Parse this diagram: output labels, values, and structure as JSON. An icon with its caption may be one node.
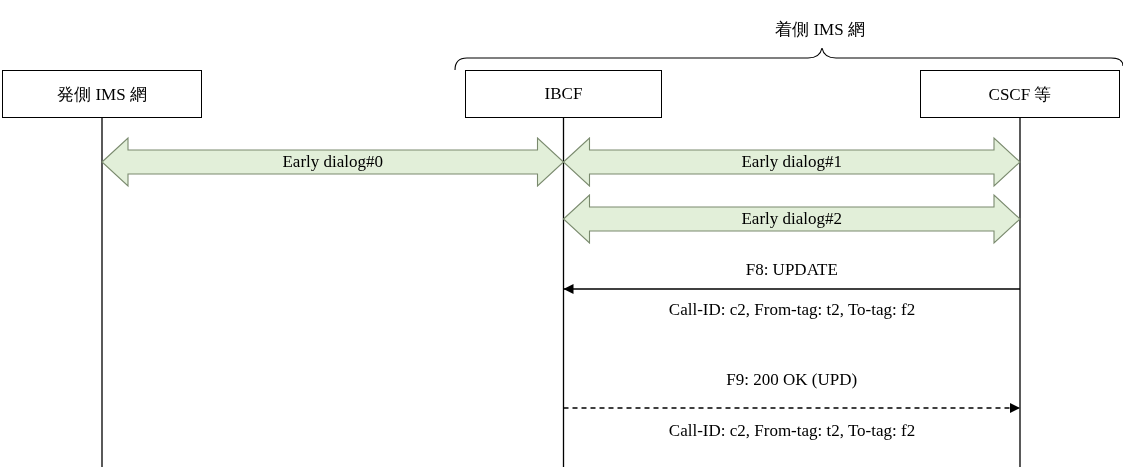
{
  "diagram": {
    "nodes": [
      {
        "text": [
          "発側 IMS 網"
        ]
      },
      {
        "text": [
          "IBCF"
        ]
      },
      {
        "text": [
          "CSCF 等"
        ]
      }
    ],
    "edges": [
      {
        "from": 0,
        "to": 1,
        "arrow": "both",
        "label": "Early dialog#0",
        "style": "thick",
        "color": "#e2efd9"
      },
      {
        "from": 1,
        "to": 2,
        "arrow": "both",
        "label": "Early dialog#1",
        "style": "thick",
        "color": "#e2efd9"
      },
      {
        "from": 1,
        "to": 2,
        "arrow": "both",
        "label": "Early dialog#2",
        "style": "thick",
        "color": "#e2efd9"
      },
      {
        "from": 2,
        "to": 1,
        "arrow": "to",
        "label": "F8: UPDATE"
      },
      {
        "from": 1,
        "to": 2,
        "arrow": "to",
        "style": "dashed",
        "label": "F9: 200 OK (UPD)"
      }
    ],
    "labels": [
      "着側 IMS 網",
      "Call-ID: c2, From-tag: t2, To-tag: f2",
      "Call-ID: c2, From-tag: t2, To-tag: f2"
    ]
  }
}
